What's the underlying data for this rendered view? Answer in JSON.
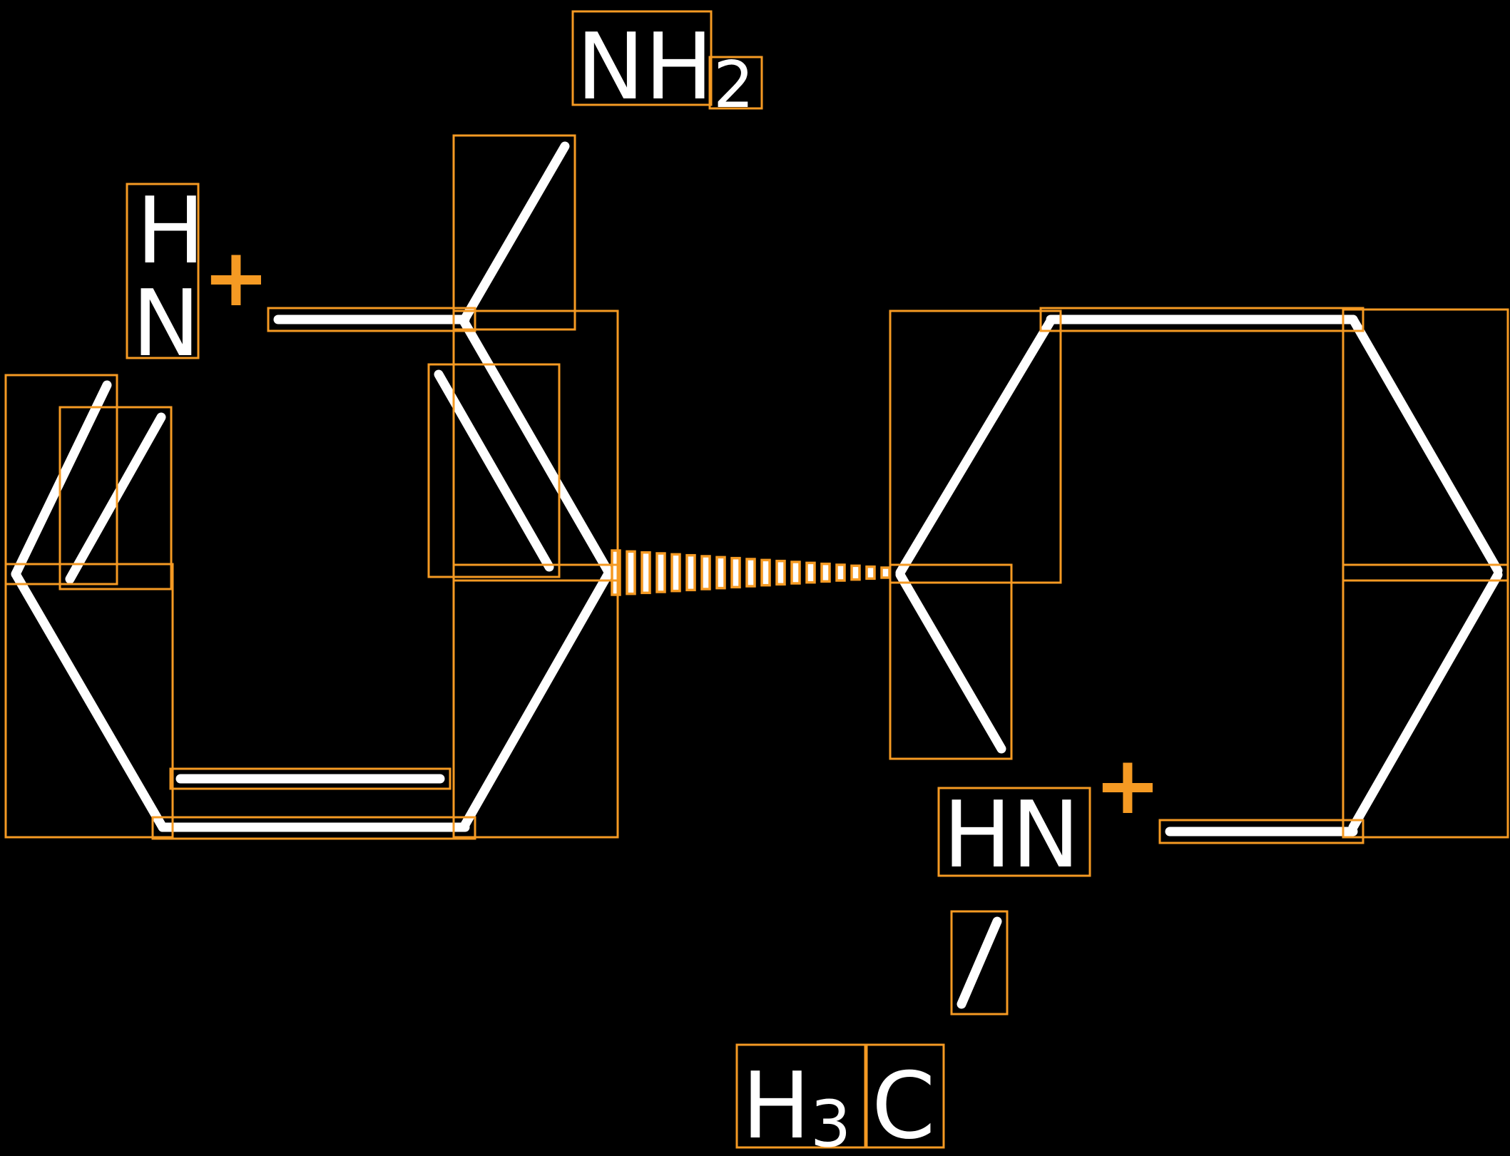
{
  "colors": {
    "background": "#000000",
    "bond": "#ffffff",
    "accent": "#f59a23",
    "atom_text": "#ffffff"
  },
  "atoms": {
    "amine_main": "NH",
    "amine_sub": "2",
    "left_ammonium_h": "H",
    "left_ammonium_n": "N",
    "left_ammonium_charge": "+",
    "right_ammonium_main": "HN",
    "right_ammonium_charge": "+",
    "methyl_h": "H",
    "methyl_sub": "3",
    "methyl_c": "C"
  }
}
